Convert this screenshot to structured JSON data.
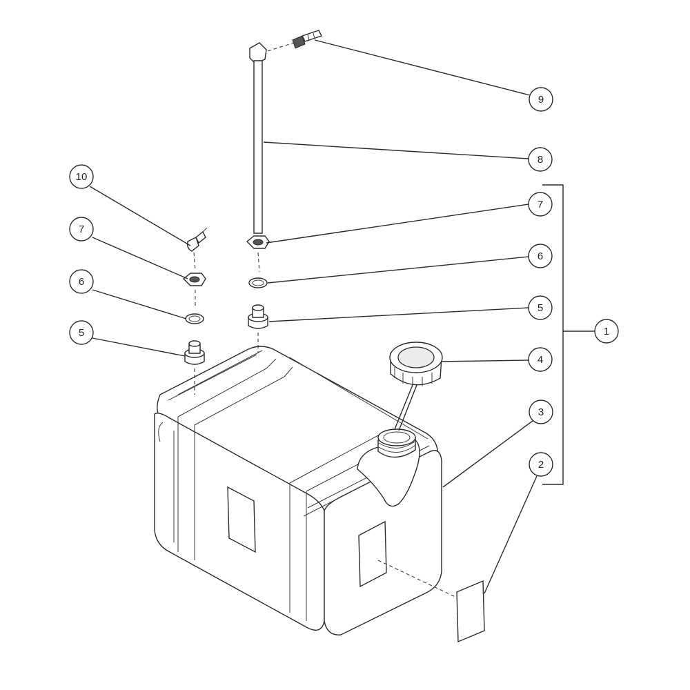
{
  "callouts": {
    "c1": "1",
    "c2": "2",
    "c3": "3",
    "c4": "4",
    "c5_right": "5",
    "c5_left": "5",
    "c6_right": "6",
    "c6_left": "6",
    "c7_right": "7",
    "c7_left": "7",
    "c8": "8",
    "c9": "9",
    "c10": "10"
  }
}
